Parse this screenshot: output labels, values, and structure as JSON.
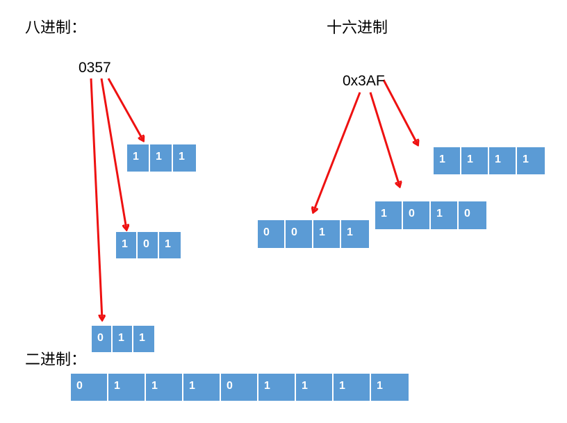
{
  "octal": {
    "title": "八进制：",
    "number": "0357",
    "groups": [
      [
        "0",
        "1",
        "1"
      ],
      [
        "1",
        "0",
        "1"
      ],
      [
        "1",
        "1",
        "1"
      ]
    ]
  },
  "hex": {
    "title": "十六进制",
    "number": "0x3AF",
    "groups": [
      [
        "0",
        "0",
        "1",
        "1"
      ],
      [
        "1",
        "0",
        "1",
        "0"
      ],
      [
        "1",
        "1",
        "1",
        "1"
      ]
    ]
  },
  "binary": {
    "title": "二进制：",
    "bits": [
      "0",
      "1",
      "1",
      "1",
      "0",
      "1",
      "1",
      "1",
      "1"
    ]
  },
  "colors": {
    "cell": "#5b9bd5",
    "arrow": "#ee1111"
  }
}
